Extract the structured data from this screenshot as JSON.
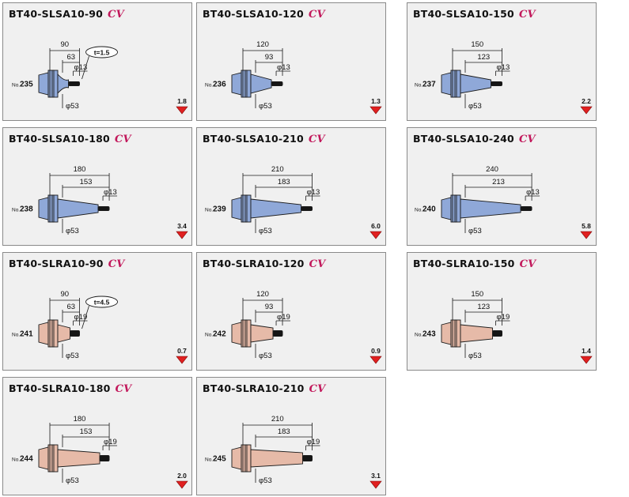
{
  "cv_mark": "CV",
  "colors": {
    "slsa_body": "#8fa8d8",
    "slra_body": "#e6baa8",
    "arrow": "#e02020",
    "outline": "#1a1a1a",
    "panel_bg": "#f0f0f0"
  },
  "panels": [
    {
      "title": "BT40-SLSA10-90",
      "no_prefix": "No.",
      "no": "235",
      "dim_total": "90",
      "dim_inner": "63",
      "dia_tip": "φ13",
      "dia_base": "φ53",
      "weight": "1.8",
      "t_label": "t=1.5"
    },
    {
      "title": "BT40-SLSA10-120",
      "no_prefix": "No.",
      "no": "236",
      "dim_total": "120",
      "dim_inner": "93",
      "dia_tip": "φ13",
      "dia_base": "φ53",
      "weight": "1.3"
    },
    {
      "title": "BT40-SLSA10-150",
      "no_prefix": "No.",
      "no": "237",
      "dim_total": "150",
      "dim_inner": "123",
      "dia_tip": "φ13",
      "dia_base": "φ53",
      "weight": "2.2"
    },
    {
      "title": "BT40-SLSA10-180",
      "no_prefix": "No.",
      "no": "238",
      "dim_total": "180",
      "dim_inner": "153",
      "dia_tip": "φ13",
      "dia_base": "φ53",
      "weight": "3.4"
    },
    {
      "title": "BT40-SLSA10-210",
      "no_prefix": "No.",
      "no": "239",
      "dim_total": "210",
      "dim_inner": "183",
      "dia_tip": "φ13",
      "dia_base": "φ53",
      "weight": "6.0"
    },
    {
      "title": "BT40-SLSA10-240",
      "no_prefix": "No.",
      "no": "240",
      "dim_total": "240",
      "dim_inner": "213",
      "dia_tip": "φ13",
      "dia_base": "φ53",
      "weight": "5.8"
    },
    {
      "title": "BT40-SLRA10-90",
      "no_prefix": "No.",
      "no": "241",
      "dim_total": "90",
      "dim_inner": "63",
      "dia_tip": "φ19",
      "dia_base": "φ53",
      "weight": "0.7",
      "t_label": "t=4.5"
    },
    {
      "title": "BT40-SLRA10-120",
      "no_prefix": "No.",
      "no": "242",
      "dim_total": "120",
      "dim_inner": "93",
      "dia_tip": "φ19",
      "dia_base": "φ53",
      "weight": "0.9"
    },
    {
      "title": "BT40-SLRA10-150",
      "no_prefix": "No.",
      "no": "243",
      "dim_total": "150",
      "dim_inner": "123",
      "dia_tip": "φ19",
      "dia_base": "φ53",
      "weight": "1.4"
    },
    {
      "title": "BT40-SLRA10-180",
      "no_prefix": "No.",
      "no": "244",
      "dim_total": "180",
      "dim_inner": "153",
      "dia_tip": "φ19",
      "dia_base": "φ53",
      "weight": "2.0"
    },
    {
      "title": "BT40-SLRA10-210",
      "no_prefix": "No.",
      "no": "245",
      "dim_total": "210",
      "dim_inner": "183",
      "dia_tip": "φ19",
      "dia_base": "φ53",
      "weight": "3.1"
    }
  ]
}
